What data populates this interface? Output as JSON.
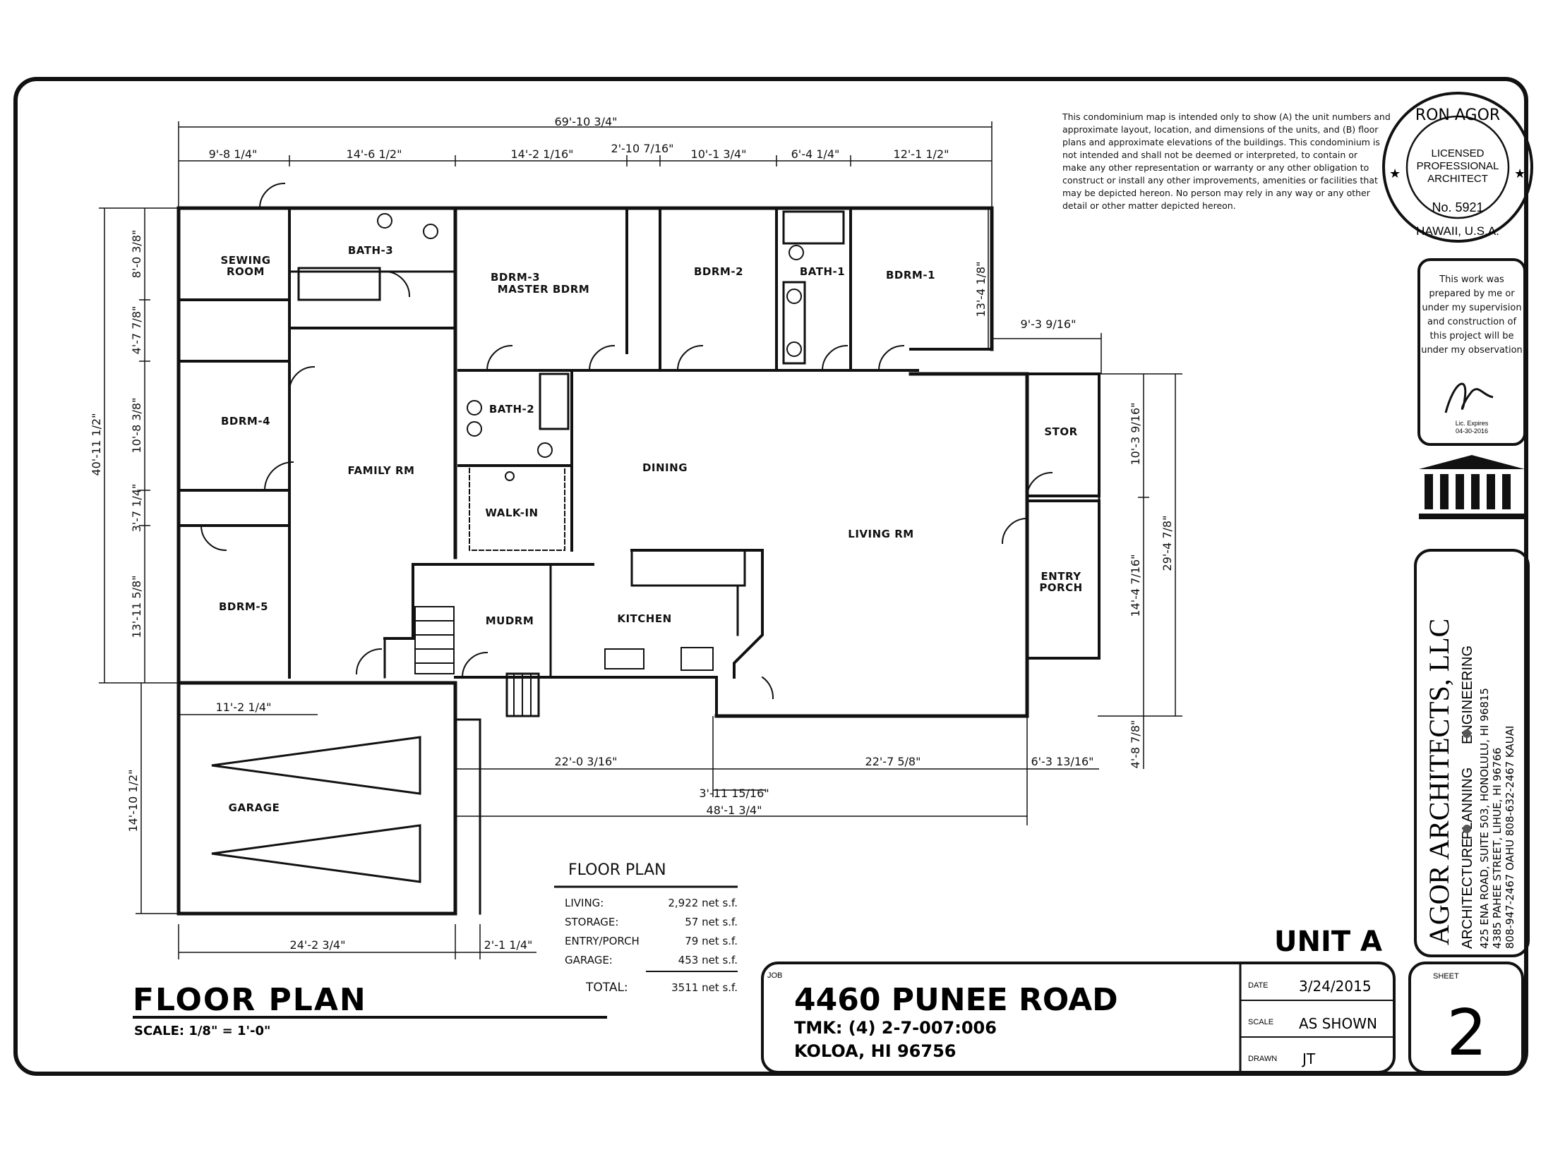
{
  "rooms": {
    "sewing": [
      "SEWING",
      "ROOM"
    ],
    "bath3": "BATH-3",
    "bdrm3": [
      "BDRM-3",
      "MASTER BDRM"
    ],
    "bdrm2": "BDRM-2",
    "bath1": "BATH-1",
    "bdrm1": "BDRM-1",
    "bdrm4": "BDRM-4",
    "family": "FAMILY RM",
    "bath2": "BATH-2",
    "walkin": "WALK-IN",
    "dining": "DINING",
    "stor": "STOR",
    "living": "LIVING RM",
    "entry": [
      "ENTRY",
      "PORCH"
    ],
    "bdrm5": "BDRM-5",
    "mudrm": "MUDRM",
    "kitchen": "KITCHEN",
    "garage": "GARAGE"
  },
  "dimensions": {
    "overall_top": "69'-10 3/4\"",
    "top": [
      "9'-8 1/4\"",
      "14'-6 1/2\"",
      "14'-2 1/16\"",
      "2'-10 7/16\"",
      "10'-1 3/4\"",
      "6'-4 1/4\"",
      "12'-1 1/2\""
    ],
    "left_overall": "40'-11 1/2\"",
    "left": [
      "8'-0 3/8\"",
      "4'-7 7/8\"",
      "10'-8 3/8\"",
      "3'-7 1/4\"",
      "13'-11 5/8\""
    ],
    "bdrm1_depth": "13'-4 1/8\"",
    "right_offset": "9'-3 9/16\"",
    "stor_depth": "10'-3 9/16\"",
    "entry_depth": "14'-4 7/16\"",
    "right_overall": "29'-4 7/8\"",
    "right_small": "4'-8 7/8\"",
    "garage_width_top": "11'-2 1/4\"",
    "bottom_left": "22'-0 3/16\"",
    "bottom_right": "22'-7 5/8\"",
    "bottom_porch": "6'-3 13/16\"",
    "bottom_mid": "3'-11 15/16\"",
    "bottom_overall": "48'-1 3/4\"",
    "garage_depth": "14'-10 1/2\"",
    "garage_width": "24'-2 3/4\"",
    "garage_small": "2'-1 1/4\""
  },
  "disclaimer": [
    "This condominium map is intended only to show (A) the unit numbers and",
    "approximate layout, location, and dimensions of the units, and (B) floor",
    "plans and approximate elevations of the buildings. This condominium is",
    "not intended and shall not be deemed or interpreted, to contain or",
    "make any other representation or warranty or any other obligation to",
    "construct or install any other improvements, amenities or facilities that",
    "may be depicted hereon. No person may rely in any way or any other",
    "detail or other matter depicted hereon."
  ],
  "seal": {
    "top": "RON AGOR",
    "center": [
      "LICENSED",
      "PROFESSIONAL",
      "ARCHITECT"
    ],
    "number": "No. 5921",
    "bottom": "HAWAII, U.S.A."
  },
  "supervision": [
    "This work was",
    "prepared by me or",
    "under my supervision",
    "and construction of",
    "this project will be",
    "under my observation"
  ],
  "signature_note": [
    "Lic. Expires",
    "04-30-2016"
  ],
  "firm": {
    "name": "AGOR ARCHITECTS, LLC",
    "services": [
      "ARCHITECTURE",
      "PLANNING",
      "ENGINEERING"
    ],
    "lines": [
      "425 ENA ROAD, SUITE 503, HONOLULU, HI 96815",
      "4385 PAHEE STREET, LIHUE, HI 96766",
      "808-947-2467 OAHU  808-632-2467 KAUAI"
    ]
  },
  "area_table": {
    "title": "FLOOR PLAN",
    "rows": [
      {
        "label": "LIVING:",
        "value": "2,922 net s.f."
      },
      {
        "label": "STORAGE:",
        "value": "57 net s.f."
      },
      {
        "label": "ENTRY/PORCH",
        "value": "79 net s.f."
      },
      {
        "label": "GARAGE:",
        "value": "453 net s.f."
      }
    ],
    "total_label": "TOTAL:",
    "total_value": "3511 net s.f."
  },
  "unit": "UNIT A",
  "plan_title": "FLOOR PLAN",
  "scale_note": "SCALE:  1/8\" = 1'-0\"",
  "title_block": {
    "job_label": "JOB",
    "address": "4460 PUNEE ROAD",
    "tmk": "TMK: (4) 2-7-007:006",
    "city": "KOLOA, HI   96756",
    "date_label": "DATE",
    "date": "3/24/2015",
    "scale_label": "SCALE",
    "scale": "AS SHOWN",
    "drawn_label": "DRAWN",
    "drawn": "JT",
    "sheet_label": "SHEET",
    "sheet": "2"
  }
}
